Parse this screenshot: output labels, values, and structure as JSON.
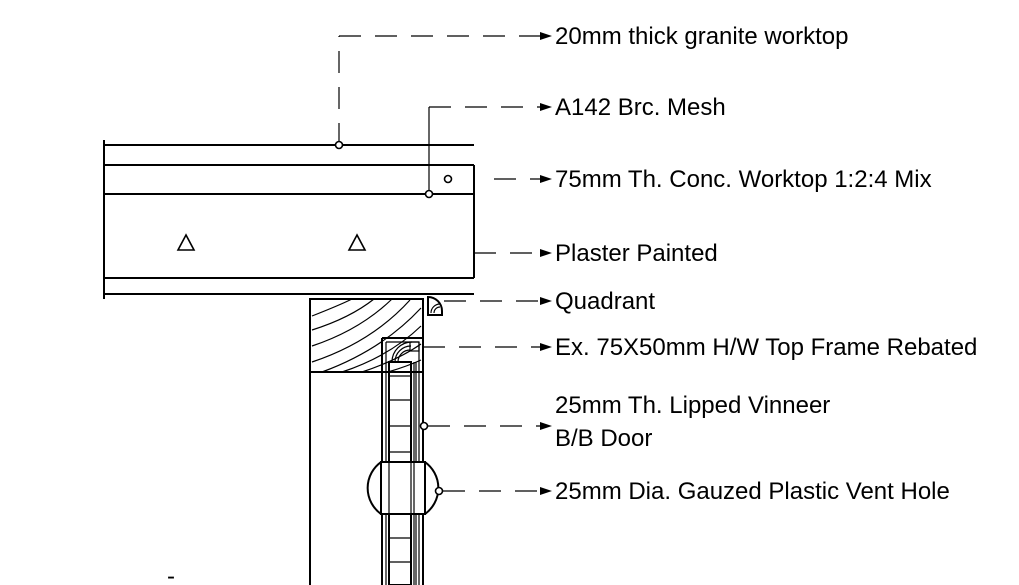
{
  "drawing": {
    "labels": {
      "granite": "20mm thick granite worktop",
      "mesh": "A142 Brc. Mesh",
      "concrete": "75mm Th. Conc. Worktop 1:2:4 Mix",
      "plaster": "Plaster Painted",
      "quadrant": "Quadrant",
      "frame": "Ex. 75X50mm H/W Top Frame Rebated",
      "door_line1": "25mm Th. Lipped Vinneer",
      "door_line2": "B/B Door",
      "vent": "25mm Dia. Gauzed Plastic Vent Hole"
    },
    "minus_mark": "-"
  }
}
